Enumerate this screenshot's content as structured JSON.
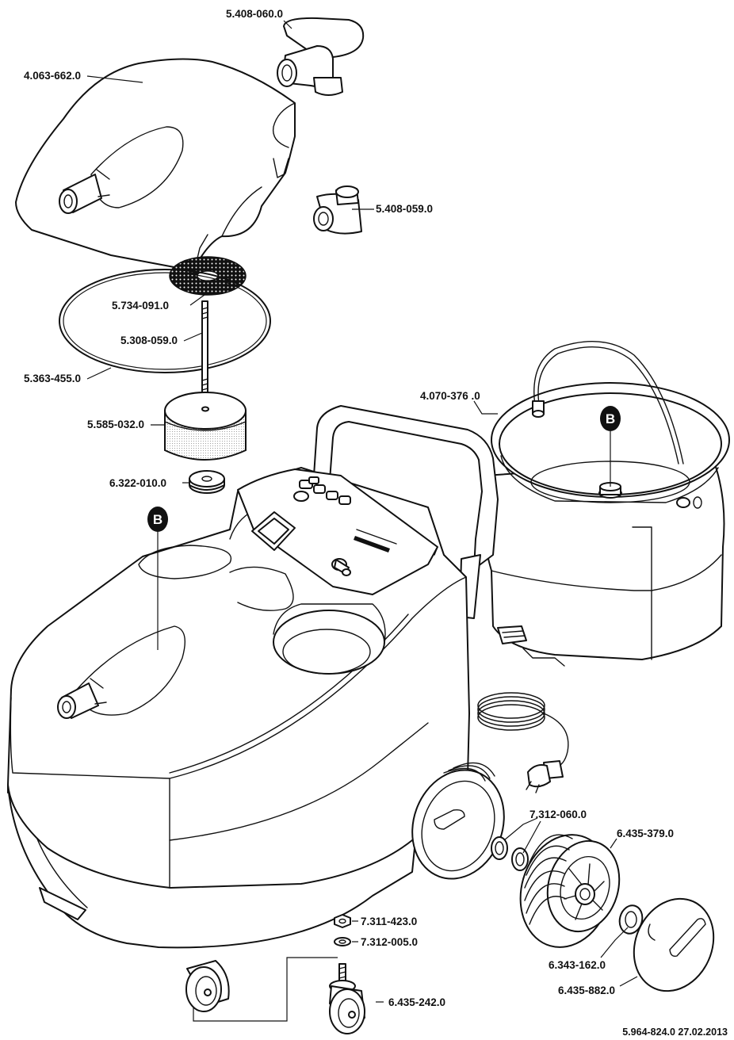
{
  "labels": {
    "lid_holder": "5.408-060.0",
    "cover": "4.063-662.0",
    "connector": "5.408-059.0",
    "filter_disk": "5.734-091.0",
    "threaded_rod": "5.308-059.0",
    "seal_ring": "5.363-455.0",
    "filter_cartridge": "5.585-032.0",
    "nut": "6.322-010.0",
    "container": "4.070-376 .0",
    "spacer_washer": "7.312-060.0",
    "wheel": "6.435-379.0",
    "wheel_clip": "6.343-162.0",
    "hub_cap": "6.435-882.0",
    "caster_nut": "7.311-423.0",
    "caster_washer": "7.312-005.0",
    "caster": "6.435-242.0"
  },
  "badges": {
    "container_badge": "B",
    "body_badge": "B"
  },
  "footer": {
    "drawing_ref": "5.964-824.0 27.02.2013"
  },
  "colors": {
    "ink": "#111111",
    "paper": "#ffffff"
  }
}
